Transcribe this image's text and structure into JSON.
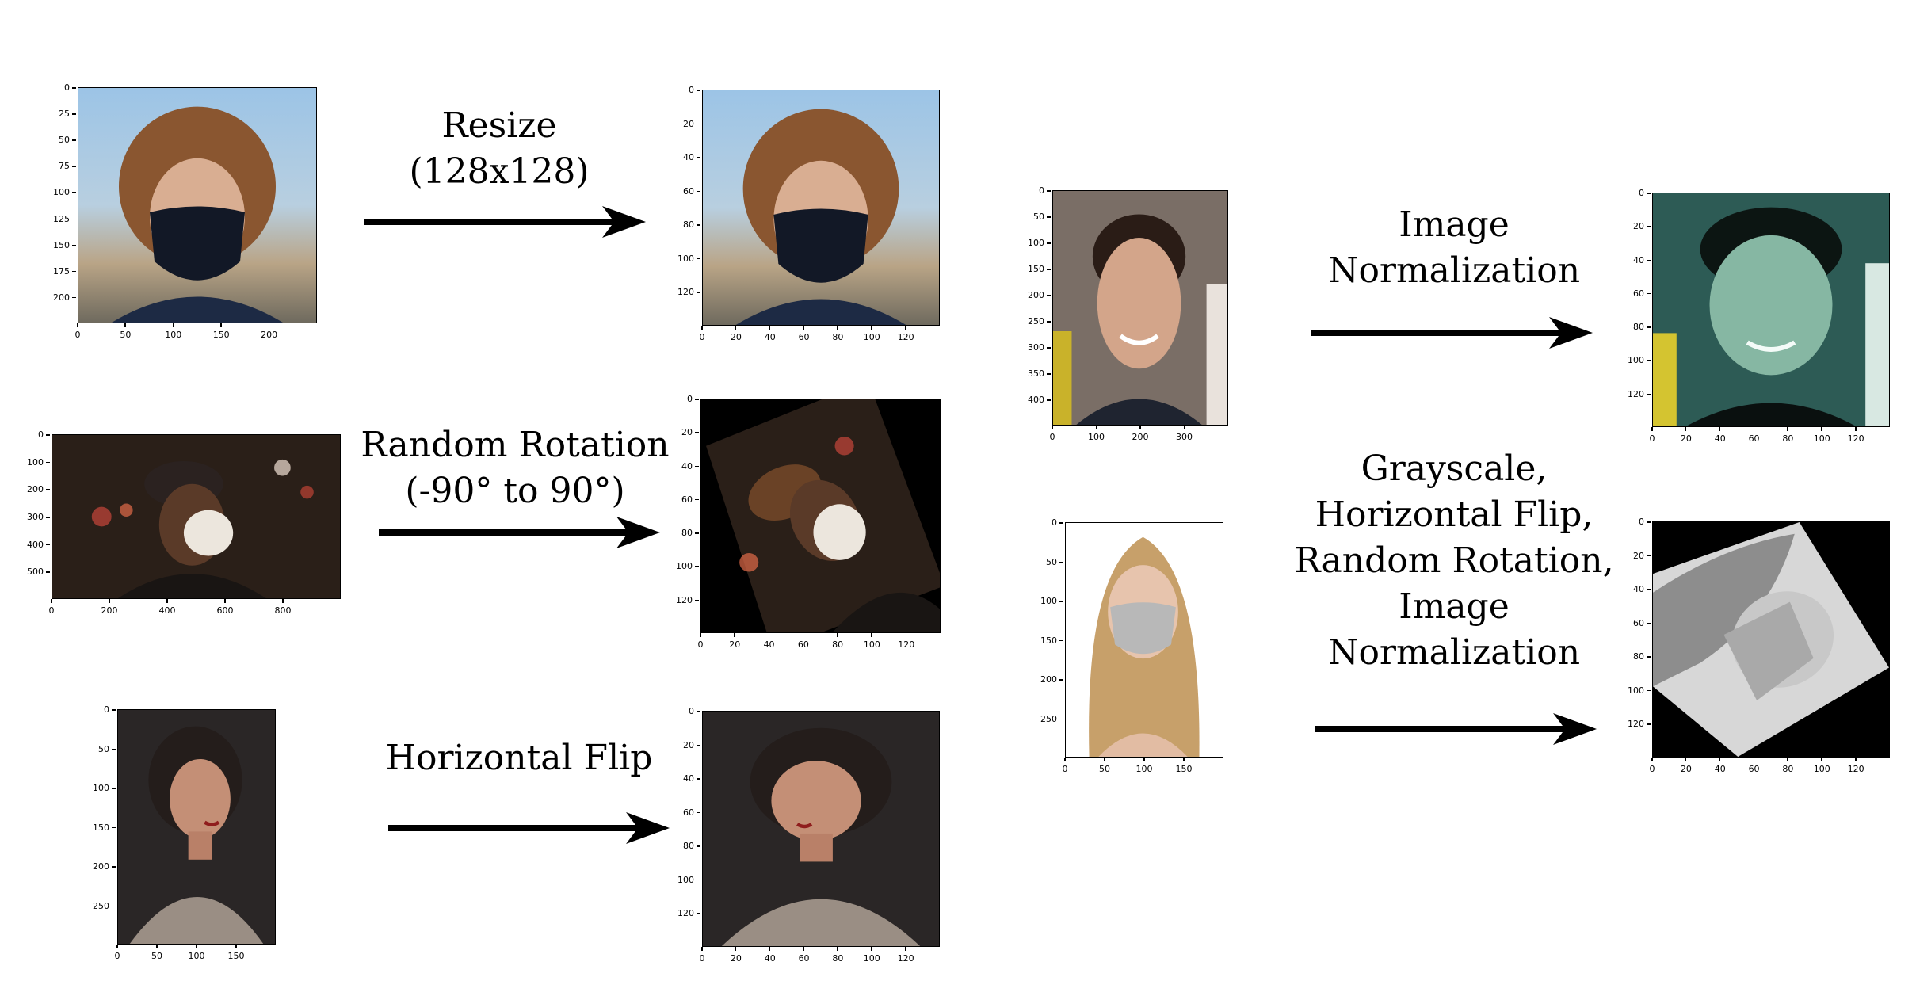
{
  "transforms": {
    "resize": {
      "line1": "Resize",
      "line2": "(128x128)"
    },
    "rotation": {
      "line1": "Random Rotation",
      "line2": "(-90° to 90°)"
    },
    "flip": {
      "line1": "Horizontal Flip"
    },
    "normalization": {
      "line1": "Image",
      "line2": "Normalization"
    },
    "combo": {
      "line1": "Grayscale,",
      "line2": "Horizontal Flip,",
      "line3": "Random Rotation,",
      "line4": "Image",
      "line5": "Normalization"
    }
  },
  "panels": {
    "p1": {
      "description": "masked-child",
      "yticks": [
        "0",
        "25",
        "50",
        "75",
        "100",
        "125",
        "150",
        "175",
        "200"
      ],
      "xticks": [
        "0",
        "50",
        "100",
        "150",
        "200"
      ]
    },
    "p2": {
      "description": "masked-child-resized",
      "yticks": [
        "0",
        "20",
        "40",
        "60",
        "80",
        "100",
        "120"
      ],
      "xticks": [
        "0",
        "20",
        "40",
        "60",
        "80",
        "100",
        "120"
      ]
    },
    "p3": {
      "description": "man-n95-mask",
      "yticks": [
        "0",
        "100",
        "200",
        "300",
        "400",
        "500"
      ],
      "xticks": [
        "0",
        "200",
        "400",
        "600",
        "800"
      ]
    },
    "p4": {
      "description": "man-n95-mask-rotated",
      "yticks": [
        "0",
        "20",
        "40",
        "60",
        "80",
        "100",
        "120"
      ],
      "xticks": [
        "0",
        "20",
        "40",
        "60",
        "80",
        "100",
        "120"
      ]
    },
    "p5": {
      "description": "woman-portrait",
      "yticks": [
        "0",
        "50",
        "100",
        "150",
        "200",
        "250"
      ],
      "xticks": [
        "0",
        "50",
        "100",
        "150"
      ]
    },
    "p6": {
      "description": "woman-portrait-flipped",
      "yticks": [
        "0",
        "20",
        "40",
        "60",
        "80",
        "100",
        "120"
      ],
      "xticks": [
        "0",
        "20",
        "40",
        "60",
        "80",
        "100",
        "120"
      ]
    },
    "p7": {
      "description": "man-smiling",
      "yticks": [
        "0",
        "50",
        "100",
        "150",
        "200",
        "250",
        "300",
        "350",
        "400"
      ],
      "xticks": [
        "0",
        "100",
        "200",
        "300"
      ]
    },
    "p8": {
      "description": "man-smiling-normalized",
      "yticks": [
        "0",
        "20",
        "40",
        "60",
        "80",
        "100",
        "120"
      ],
      "xticks": [
        "0",
        "20",
        "40",
        "60",
        "80",
        "100",
        "120"
      ]
    },
    "p9": {
      "description": "woman-surgical-mask",
      "yticks": [
        "0",
        "50",
        "100",
        "150",
        "200",
        "250"
      ],
      "xticks": [
        "0",
        "50",
        "100",
        "150"
      ]
    },
    "p10": {
      "description": "woman-mask-gray-rotated",
      "yticks": [
        "0",
        "20",
        "40",
        "60",
        "80",
        "100",
        "120"
      ],
      "xticks": [
        "0",
        "20",
        "40",
        "60",
        "80",
        "100",
        "120"
      ]
    }
  },
  "colors": {
    "arrow": "#000000",
    "text": "#000000"
  }
}
